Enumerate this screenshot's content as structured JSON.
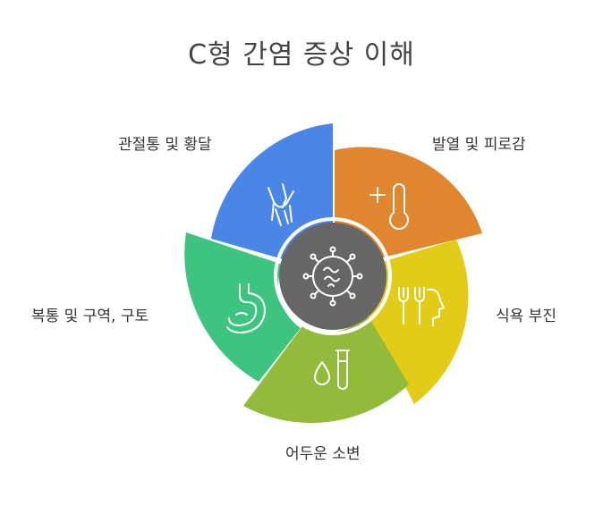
{
  "title": "C형 간염 증상 이해",
  "segments": [
    {
      "label": "관절통 및 황달",
      "color": "#4A86E8",
      "icon": "joint-knee-icon"
    },
    {
      "label": "발열 및 피로감",
      "color": "#E0862F",
      "icon": "thermometer-icon"
    },
    {
      "label": "식욕 부진",
      "color": "#E2CC17",
      "icon": "fork-head-icon"
    },
    {
      "label": "어두운 소변",
      "color": "#93BB3B",
      "icon": "drop-test-tube-icon"
    },
    {
      "label": "복통 및 구역, 구토",
      "color": "#3DC47E",
      "icon": "stomach-icon"
    }
  ],
  "center": {
    "color": "#666666",
    "icon": "virus-icon"
  }
}
